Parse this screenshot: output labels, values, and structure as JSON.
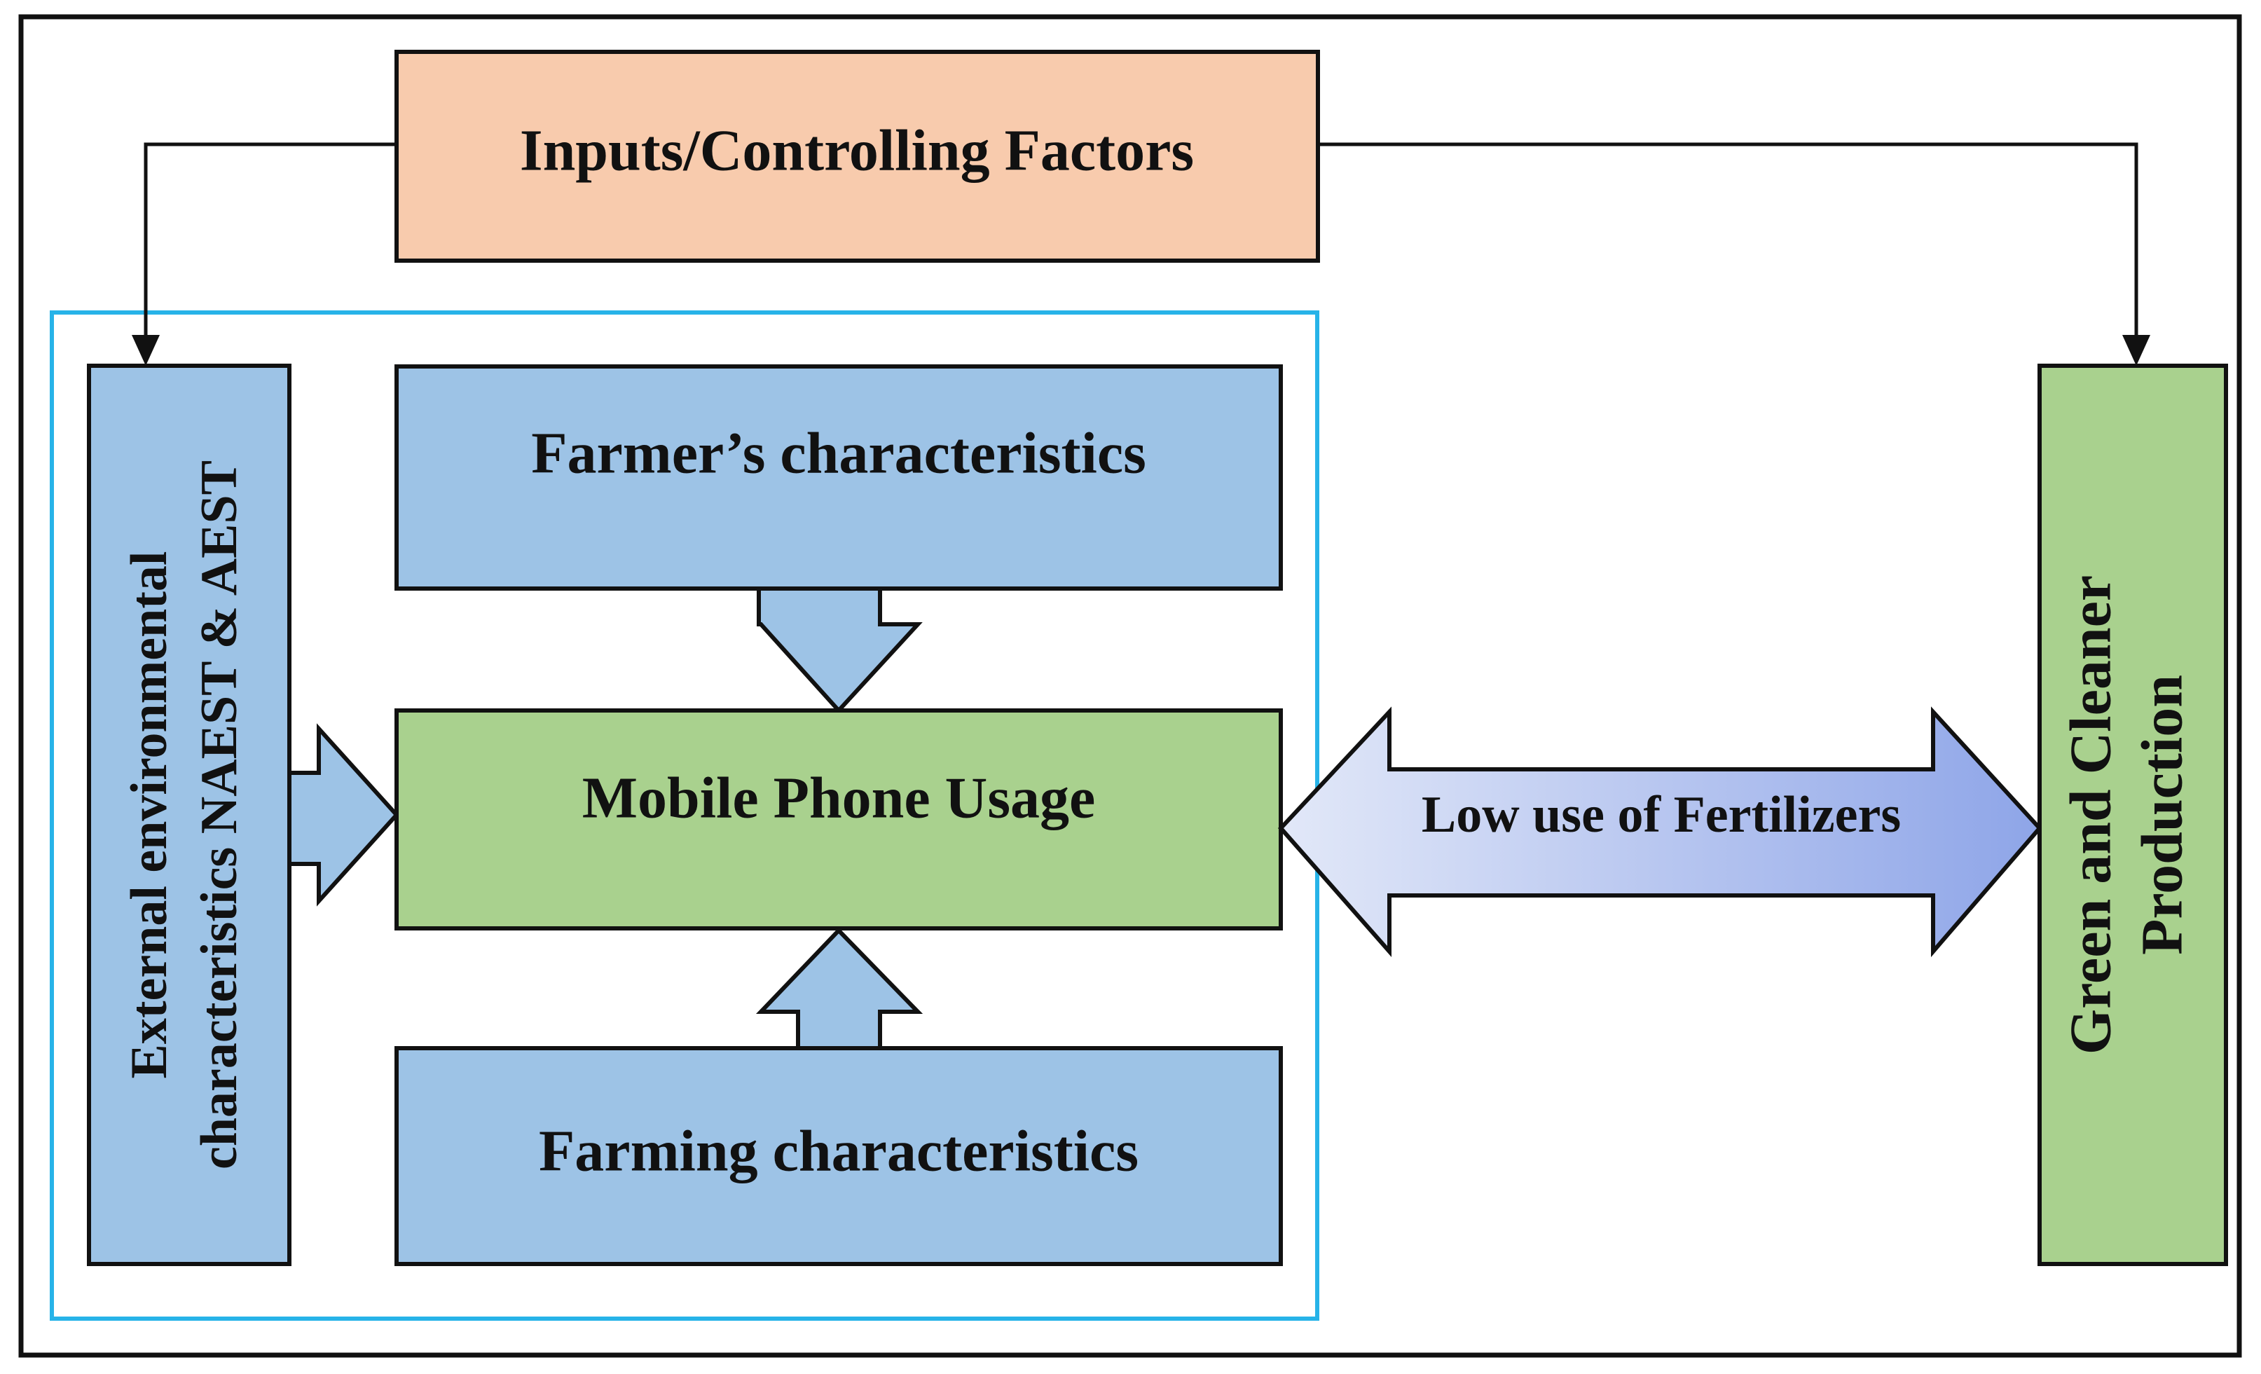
{
  "diagram": {
    "inputs_box": {
      "label": "Inputs/Controlling Factors",
      "fill": "#f8cbad"
    },
    "external_box": {
      "line1": "External environmental",
      "line2": "characteristics NAEST & AEST",
      "fill": "#9dc3e6"
    },
    "farmer_box": {
      "label": "Farmer’s characteristics",
      "fill": "#9dc3e6"
    },
    "mobile_box": {
      "label": "Mobile Phone Usage",
      "fill": "#a9d18e"
    },
    "farming_box": {
      "label": "Farming characteristics",
      "fill": "#9dc3e6"
    },
    "fertilizer_arrow": {
      "label": "Low use of Fertilizers",
      "gradient_start": "#e2e8f8",
      "gradient_end": "#8ea5e8"
    },
    "green_box": {
      "line1": "Green and Cleaner",
      "line2": "Production",
      "fill": "#a9d18e"
    },
    "group_frame_color": "#27b3e8",
    "outer_frame_color": "#111111"
  }
}
